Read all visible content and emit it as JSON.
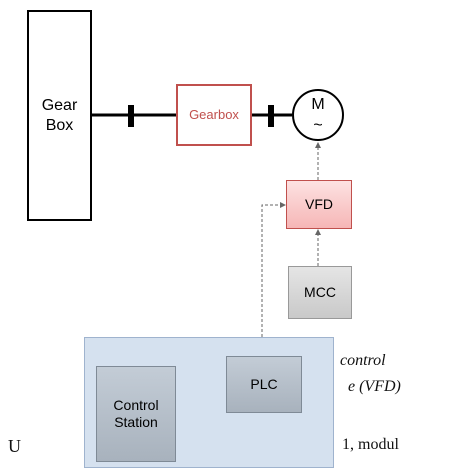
{
  "diagram": {
    "gear_box_left": {
      "line1": "Gear",
      "line2": "Box"
    },
    "gearbox_middle": "Gearbox",
    "motor": {
      "letter": "M",
      "symbol": "~"
    },
    "vfd": "VFD",
    "mcc": "MCC",
    "control_station": {
      "line1": "Control",
      "line2": "Station"
    },
    "plc": "PLC",
    "colors": {
      "vfd_fill": "#f6b6b6",
      "gearbox_border": "#c0504d",
      "plc_area_fill": "#d5e1ef",
      "module_fill": "#b4bec9"
    }
  },
  "background_text": {
    "control_fragment": "control",
    "vfd_fragment": "e (VFD)",
    "left_fragment": "U",
    "right_fragment": "1,  modul"
  }
}
